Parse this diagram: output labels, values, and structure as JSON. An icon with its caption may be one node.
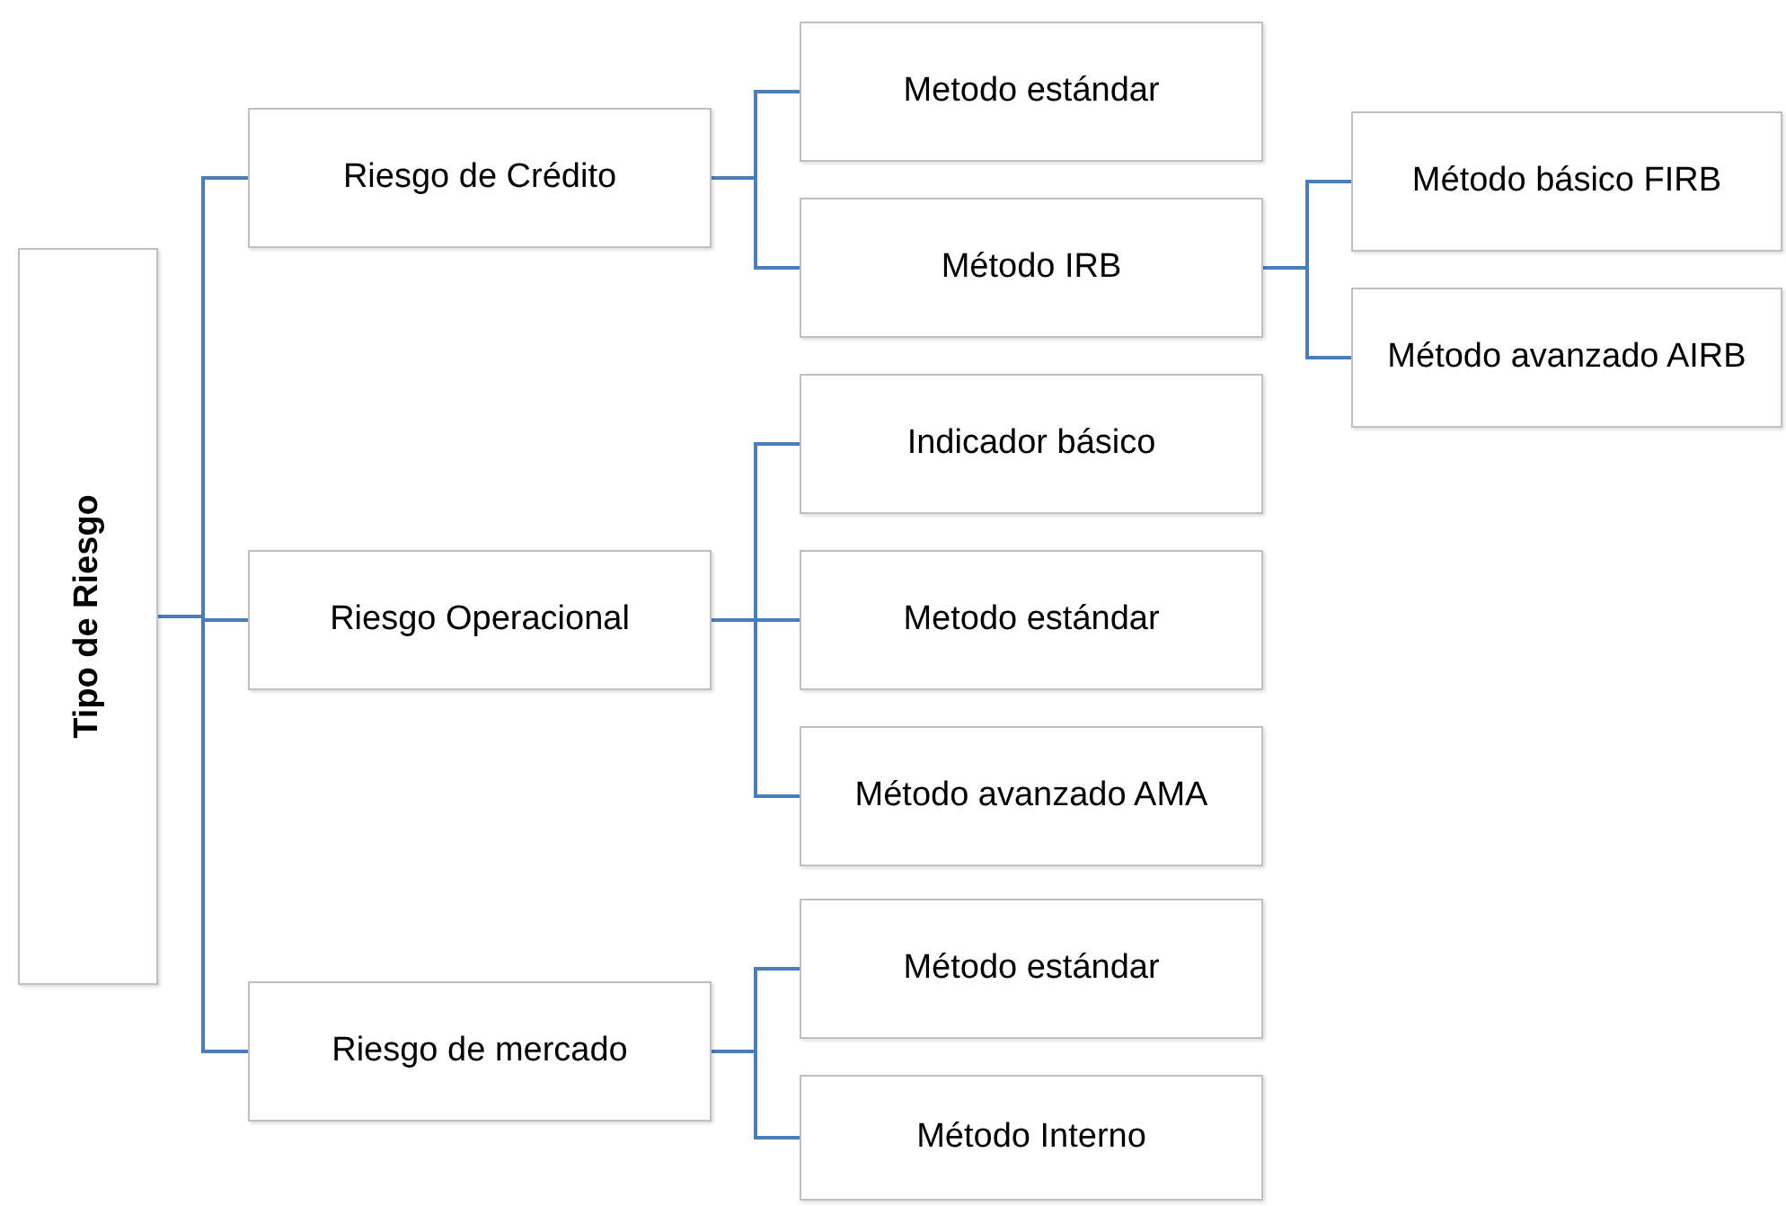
{
  "diagram": {
    "nodes": [
      {
        "text": [
          "Tipo de Riesgo"
        ]
      },
      {
        "text": [
          "Riesgo de Crédito"
        ]
      },
      {
        "text": [
          "Metodo estándar"
        ]
      },
      {
        "text": [
          "Método IRB"
        ]
      },
      {
        "text": [
          "Método básico FIRB"
        ]
      },
      {
        "text": [
          "Método avanzado AIRB"
        ]
      },
      {
        "text": [
          "Riesgo Operacional"
        ]
      },
      {
        "text": [
          "Indicador básico"
        ]
      },
      {
        "text": [
          "Metodo estándar"
        ]
      },
      {
        "text": [
          "Método avanzado AMA"
        ]
      },
      {
        "text": [
          "Riesgo de mercado"
        ]
      },
      {
        "text": [
          "Método estándar"
        ]
      },
      {
        "text": [
          "Método Interno"
        ]
      }
    ],
    "edges": [
      {
        "from": 0,
        "to": 1,
        "arrow": "none"
      },
      {
        "from": 1,
        "to": 2,
        "arrow": "none"
      },
      {
        "from": 1,
        "to": 3,
        "arrow": "none"
      },
      {
        "from": 3,
        "to": 4,
        "arrow": "none"
      },
      {
        "from": 3,
        "to": 5,
        "arrow": "none"
      },
      {
        "from": 0,
        "to": 6,
        "arrow": "none"
      },
      {
        "from": 6,
        "to": 7,
        "arrow": "none"
      },
      {
        "from": 6,
        "to": 8,
        "arrow": "none"
      },
      {
        "from": 6,
        "to": 9,
        "arrow": "none"
      },
      {
        "from": 0,
        "to": 10,
        "arrow": "none"
      },
      {
        "from": 10,
        "to": 11,
        "arrow": "none"
      },
      {
        "from": 10,
        "to": 12,
        "arrow": "none"
      }
    ]
  }
}
